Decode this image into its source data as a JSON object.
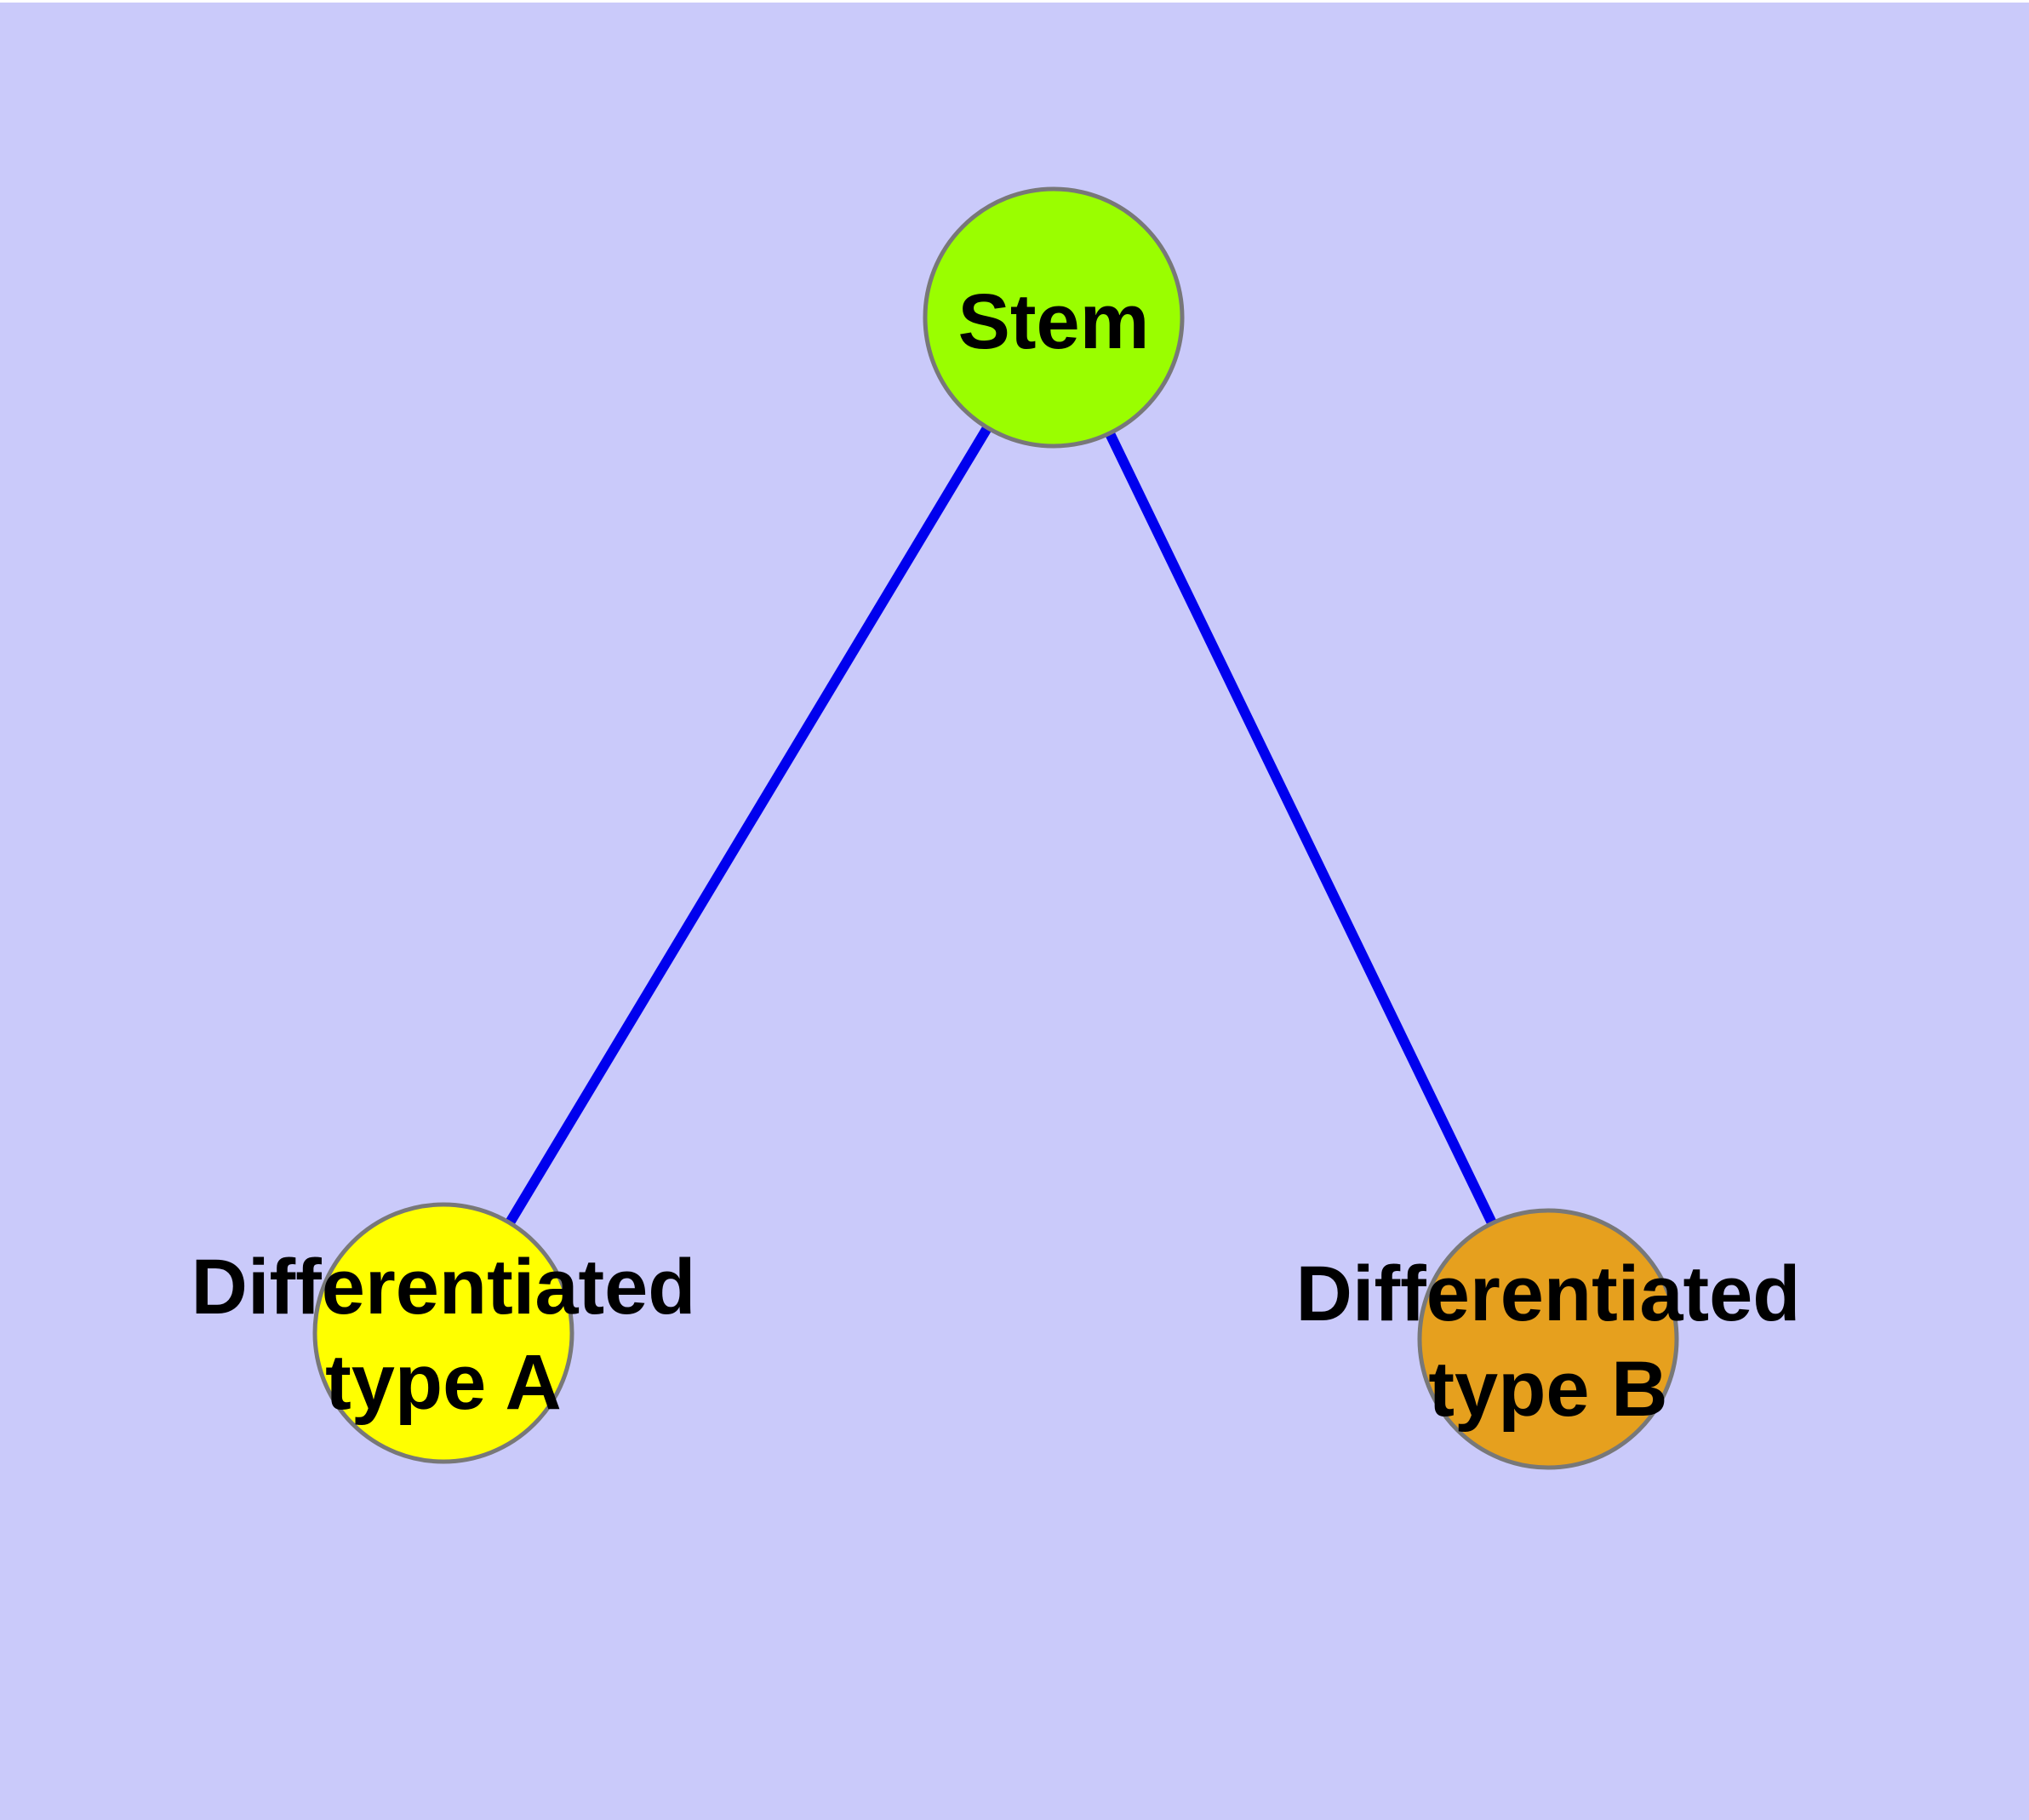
{
  "diagram": {
    "background_color": "#CACAFA",
    "top_border_color": "#FFFFFF",
    "edge_color": "#0000EE",
    "node_border_color": "#787878",
    "label_color": "#000000",
    "nodes": {
      "stem": {
        "label": "Stem",
        "fill": "#9AFE00"
      },
      "type_a": {
        "label_line1": "Differentiated",
        "label_line2": "type A",
        "fill": "#FFFF00"
      },
      "type_b": {
        "label_line1": "Differentiated",
        "label_line2": "type B",
        "fill": "#E6A01E"
      }
    },
    "edges": [
      {
        "from": "Stem",
        "to": "Differentiated type A"
      },
      {
        "from": "Stem",
        "to": "Differentiated type B"
      }
    ]
  }
}
